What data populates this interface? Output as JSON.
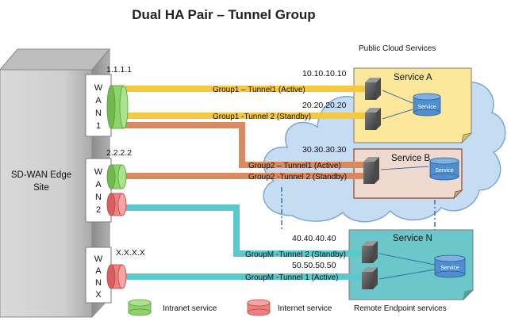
{
  "title": "Dual HA Pair – Tunnel Group",
  "edge": {
    "label_line1": "SD-WAN Edge",
    "label_line2": "Site"
  },
  "wans": [
    {
      "letters": [
        "W",
        "A",
        "N",
        "1"
      ],
      "ip": "1.1.1.1"
    },
    {
      "letters": [
        "W",
        "A",
        "N",
        "2"
      ],
      "ip": "2.2.2.2"
    },
    {
      "letters": [
        "W",
        "A",
        "N",
        "X"
      ],
      "ip": "X.X.X.X"
    }
  ],
  "cloud_label": "Public Cloud Services",
  "remote_label": "Remote Endpoint services",
  "services": {
    "a": {
      "name": "Service A",
      "db": "Service"
    },
    "b": {
      "name": "Service B",
      "db": "Service"
    },
    "n": {
      "name": "Service N",
      "db": "Service"
    }
  },
  "endpoint_ips": [
    "10.10.10.10",
    "20.20.20.20",
    "30.30.30.30",
    "40.40.40.40",
    "50.50.50.50"
  ],
  "tunnels": [
    {
      "label": "Group1 – Tunnel1 (Active)",
      "color": "#f5c842"
    },
    {
      "label": "Group1 -Tunnel 2 (Standby)",
      "color": "#f5c842"
    },
    {
      "label": "Group2 – Tunnel1 (Active)",
      "color": "#d98b5f"
    },
    {
      "label": "Group2 -Tunnel 2 (Standby)",
      "color": "#d98b5f"
    },
    {
      "label": "GroupM -Tunnel 2 (Standby)",
      "color": "#5bc8cc"
    },
    {
      "label": "GroupM -Tunnel 1 (Active)",
      "color": "#5bc8cc"
    }
  ],
  "legend": {
    "intranet": "Intranet service",
    "internet": "Internet  service"
  },
  "colors": {
    "intranet": "#8fd36b",
    "internet": "#f08080",
    "cloud": "#c5dcf3",
    "service_a": "#fde79a",
    "service_b": "#f0d9cf",
    "service_n": "#6bc7c9",
    "db": "#4f8fd0"
  }
}
